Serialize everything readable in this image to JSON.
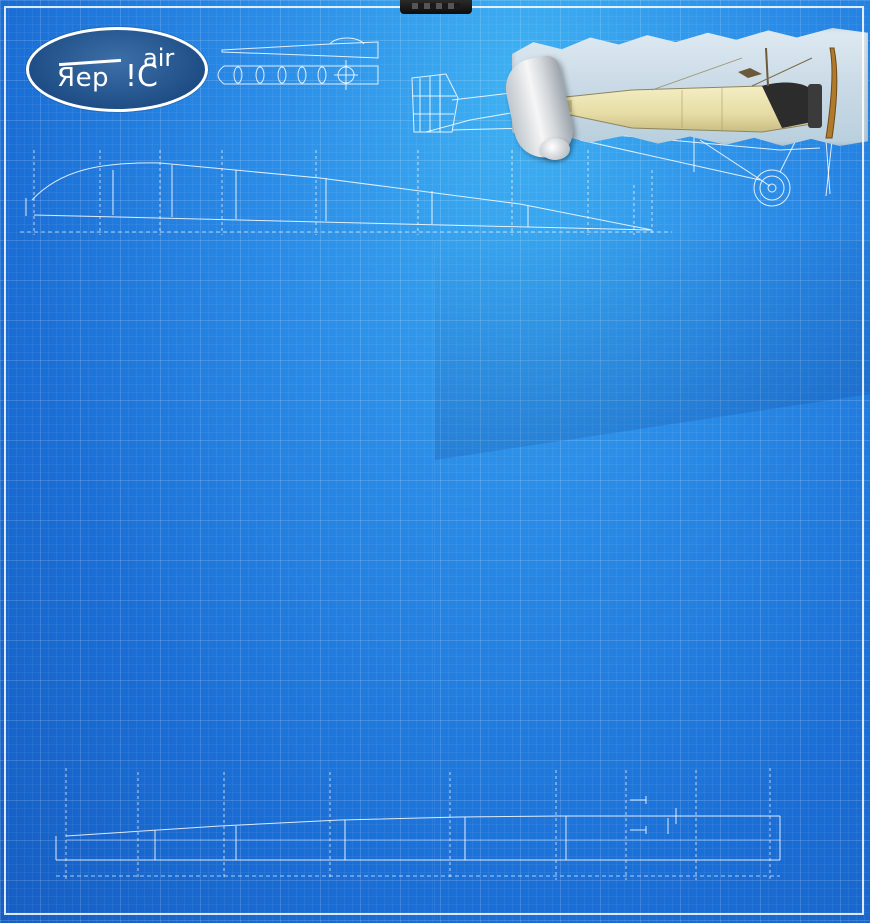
{
  "brand": {
    "name": "RepliCair",
    "logo_part_a": "Яep",
    "logo_part_b": "!C",
    "logo_part_c": "air"
  },
  "colors": {
    "background": "#2a8ce8",
    "line": "#ffffff",
    "logo_fill": "#1f4e86"
  },
  "icons": [
    "paper-clip-icon",
    "logo-emblem",
    "torn-photo-icon"
  ]
}
